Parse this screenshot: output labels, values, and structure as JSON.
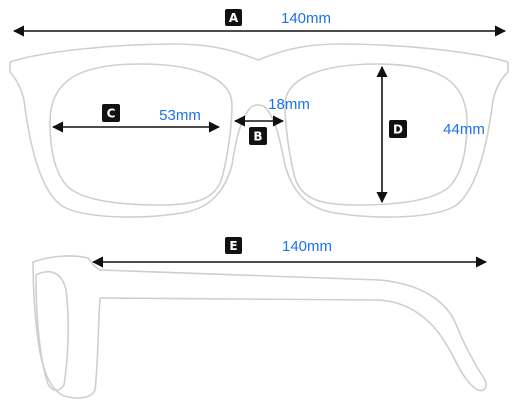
{
  "colors": {
    "frame_outline": "#cfcfcf",
    "dimension_line": "#111111",
    "badge_background": "#111111",
    "badge_text": "#ffffff",
    "value_text": "#1a73e8"
  },
  "dimensions": {
    "a": {
      "badge": "A",
      "value": "140mm"
    },
    "b": {
      "badge": "B",
      "value": "18mm"
    },
    "c": {
      "badge": "C",
      "value": "53mm"
    },
    "d": {
      "badge": "D",
      "value": "44mm"
    },
    "e": {
      "badge": "E",
      "value": "140mm"
    }
  }
}
